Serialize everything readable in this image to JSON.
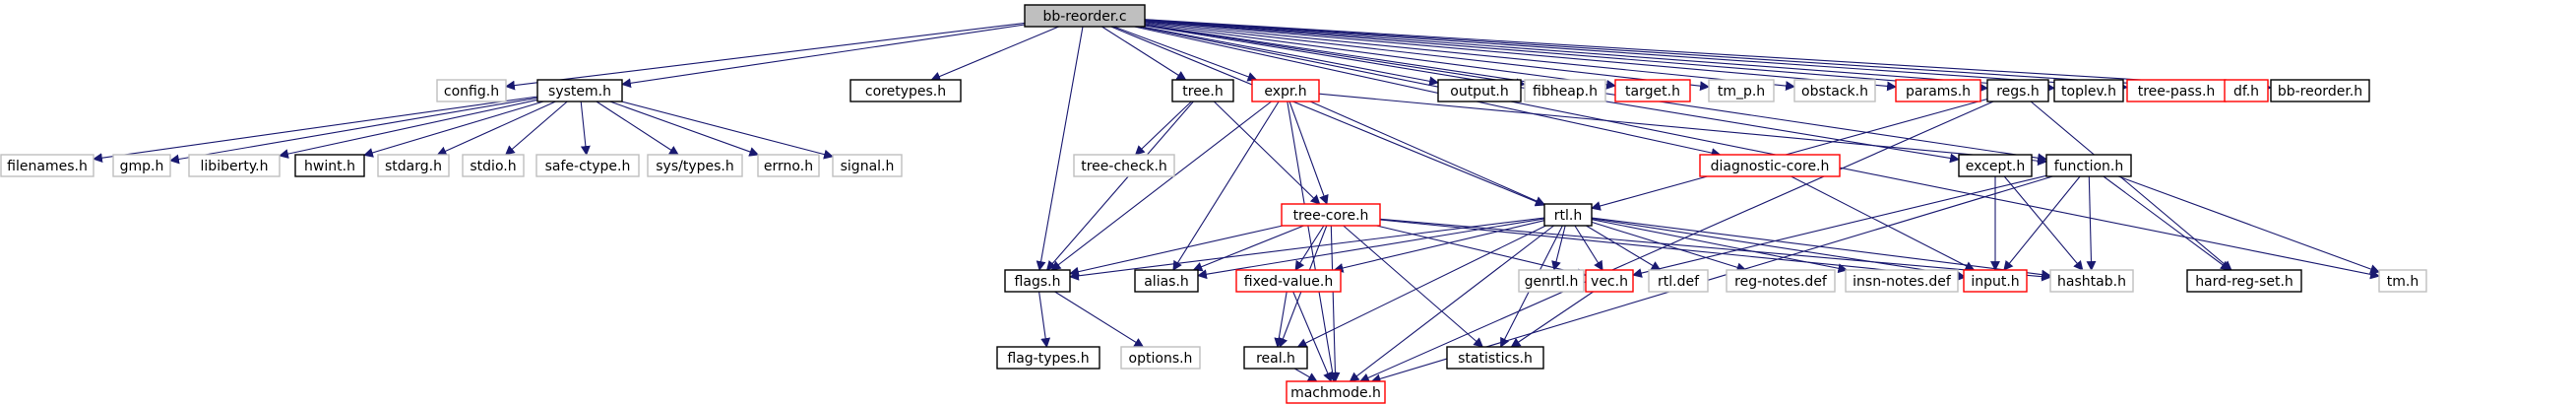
{
  "colors": {
    "edge": "#191970",
    "root_fill": "#bfbfbf",
    "documented_border": "#000000",
    "undocumented_border": "#bfbfbf",
    "truncated_border": "#ff0000",
    "text": "#000000",
    "background": "#ffffff"
  },
  "nodes": [
    {
      "id": "bb-reorder.c",
      "label": "bb-reorder.c",
      "style": "root"
    },
    {
      "id": "config.h",
      "label": "config.h",
      "style": "undocumented"
    },
    {
      "id": "system.h",
      "label": "system.h",
      "style": "documented"
    },
    {
      "id": "coretypes.h",
      "label": "coretypes.h",
      "style": "documented"
    },
    {
      "id": "tree.h",
      "label": "tree.h",
      "style": "documented"
    },
    {
      "id": "expr.h",
      "label": "expr.h",
      "style": "truncated"
    },
    {
      "id": "output.h",
      "label": "output.h",
      "style": "documented"
    },
    {
      "id": "fibheap.h",
      "label": "fibheap.h",
      "style": "undocumented"
    },
    {
      "id": "target.h",
      "label": "target.h",
      "style": "truncated"
    },
    {
      "id": "tm_p.h",
      "label": "tm_p.h",
      "style": "undocumented"
    },
    {
      "id": "obstack.h",
      "label": "obstack.h",
      "style": "undocumented"
    },
    {
      "id": "params.h",
      "label": "params.h",
      "style": "truncated"
    },
    {
      "id": "regs.h",
      "label": "regs.h",
      "style": "documented"
    },
    {
      "id": "toplev.h",
      "label": "toplev.h",
      "style": "documented"
    },
    {
      "id": "tree-pass.h",
      "label": "tree-pass.h",
      "style": "truncated"
    },
    {
      "id": "df.h",
      "label": "df.h",
      "style": "truncated"
    },
    {
      "id": "bb-reorder.h",
      "label": "bb-reorder.h",
      "style": "documented"
    },
    {
      "id": "filenames.h",
      "label": "filenames.h",
      "style": "undocumented"
    },
    {
      "id": "gmp.h",
      "label": "gmp.h",
      "style": "undocumented"
    },
    {
      "id": "libiberty.h",
      "label": "libiberty.h",
      "style": "undocumented"
    },
    {
      "id": "hwint.h",
      "label": "hwint.h",
      "style": "documented"
    },
    {
      "id": "stdarg.h",
      "label": "stdarg.h",
      "style": "undocumented"
    },
    {
      "id": "stdio.h",
      "label": "stdio.h",
      "style": "undocumented"
    },
    {
      "id": "safe-ctype.h",
      "label": "safe-ctype.h",
      "style": "undocumented"
    },
    {
      "id": "sys/types.h",
      "label": "sys/types.h",
      "style": "undocumented"
    },
    {
      "id": "errno.h",
      "label": "errno.h",
      "style": "undocumented"
    },
    {
      "id": "signal.h",
      "label": "signal.h",
      "style": "undocumented"
    },
    {
      "id": "tree-check.h",
      "label": "tree-check.h",
      "style": "undocumented"
    },
    {
      "id": "tree-core.h",
      "label": "tree-core.h",
      "style": "truncated"
    },
    {
      "id": "rtl.h",
      "label": "rtl.h",
      "style": "documented"
    },
    {
      "id": "diagnostic-core.h",
      "label": "diagnostic-core.h",
      "style": "truncated"
    },
    {
      "id": "except.h",
      "label": "except.h",
      "style": "documented"
    },
    {
      "id": "function.h",
      "label": "function.h",
      "style": "documented"
    },
    {
      "id": "flags.h",
      "label": "flags.h",
      "style": "documented"
    },
    {
      "id": "alias.h",
      "label": "alias.h",
      "style": "documented"
    },
    {
      "id": "fixed-value.h",
      "label": "fixed-value.h",
      "style": "truncated"
    },
    {
      "id": "genrtl.h",
      "label": "genrtl.h",
      "style": "undocumented"
    },
    {
      "id": "vec.h",
      "label": "vec.h",
      "style": "truncated"
    },
    {
      "id": "rtl.def",
      "label": "rtl.def",
      "style": "undocumented"
    },
    {
      "id": "reg-notes.def",
      "label": "reg-notes.def",
      "style": "undocumented"
    },
    {
      "id": "insn-notes.def",
      "label": "insn-notes.def",
      "style": "undocumented"
    },
    {
      "id": "input.h",
      "label": "input.h",
      "style": "truncated"
    },
    {
      "id": "hashtab.h",
      "label": "hashtab.h",
      "style": "undocumented"
    },
    {
      "id": "hard-reg-set.h",
      "label": "hard-reg-set.h",
      "style": "documented"
    },
    {
      "id": "tm.h",
      "label": "tm.h",
      "style": "undocumented"
    },
    {
      "id": "flag-types.h",
      "label": "flag-types.h",
      "style": "documented"
    },
    {
      "id": "options.h",
      "label": "options.h",
      "style": "undocumented"
    },
    {
      "id": "real.h",
      "label": "real.h",
      "style": "documented"
    },
    {
      "id": "statistics.h",
      "label": "statistics.h",
      "style": "documented"
    },
    {
      "id": "machmode.h",
      "label": "machmode.h",
      "style": "truncated"
    }
  ],
  "edges": [
    [
      "bb-reorder.c",
      "config.h"
    ],
    [
      "bb-reorder.c",
      "system.h"
    ],
    [
      "bb-reorder.c",
      "coretypes.h"
    ],
    [
      "bb-reorder.c",
      "tree.h"
    ],
    [
      "bb-reorder.c",
      "expr.h"
    ],
    [
      "bb-reorder.c",
      "output.h"
    ],
    [
      "bb-reorder.c",
      "fibheap.h"
    ],
    [
      "bb-reorder.c",
      "target.h"
    ],
    [
      "bb-reorder.c",
      "tm_p.h"
    ],
    [
      "bb-reorder.c",
      "obstack.h"
    ],
    [
      "bb-reorder.c",
      "params.h"
    ],
    [
      "bb-reorder.c",
      "regs.h"
    ],
    [
      "bb-reorder.c",
      "toplev.h"
    ],
    [
      "bb-reorder.c",
      "tree-pass.h"
    ],
    [
      "bb-reorder.c",
      "df.h"
    ],
    [
      "bb-reorder.c",
      "bb-reorder.h"
    ],
    [
      "bb-reorder.c",
      "flags.h"
    ],
    [
      "bb-reorder.c",
      "rtl.h"
    ],
    [
      "bb-reorder.c",
      "diagnostic-core.h"
    ],
    [
      "bb-reorder.c",
      "except.h"
    ],
    [
      "bb-reorder.c",
      "function.h"
    ],
    [
      "bb-reorder.c",
      "tm.h"
    ],
    [
      "system.h",
      "filenames.h"
    ],
    [
      "system.h",
      "gmp.h"
    ],
    [
      "system.h",
      "libiberty.h"
    ],
    [
      "system.h",
      "hwint.h"
    ],
    [
      "system.h",
      "stdarg.h"
    ],
    [
      "system.h",
      "stdio.h"
    ],
    [
      "system.h",
      "safe-ctype.h"
    ],
    [
      "system.h",
      "sys/types.h"
    ],
    [
      "system.h",
      "errno.h"
    ],
    [
      "system.h",
      "signal.h"
    ],
    [
      "tree.h",
      "tree-check.h"
    ],
    [
      "tree.h",
      "tree-core.h"
    ],
    [
      "tree.h",
      "flags.h"
    ],
    [
      "expr.h",
      "tree-core.h"
    ],
    [
      "expr.h",
      "flags.h"
    ],
    [
      "expr.h",
      "alias.h"
    ],
    [
      "expr.h",
      "function.h"
    ],
    [
      "expr.h",
      "machmode.h"
    ],
    [
      "expr.h",
      "rtl.h"
    ],
    [
      "tree-core.h",
      "flags.h"
    ],
    [
      "tree-core.h",
      "alias.h"
    ],
    [
      "tree-core.h",
      "fixed-value.h"
    ],
    [
      "tree-core.h",
      "real.h"
    ],
    [
      "tree-core.h",
      "vec.h"
    ],
    [
      "tree-core.h",
      "statistics.h"
    ],
    [
      "tree-core.h",
      "input.h"
    ],
    [
      "tree-core.h",
      "hashtab.h"
    ],
    [
      "tree-core.h",
      "machmode.h"
    ],
    [
      "rtl.h",
      "flags.h"
    ],
    [
      "rtl.h",
      "alias.h"
    ],
    [
      "rtl.h",
      "fixed-value.h"
    ],
    [
      "rtl.h",
      "genrtl.h"
    ],
    [
      "rtl.h",
      "vec.h"
    ],
    [
      "rtl.h",
      "rtl.def"
    ],
    [
      "rtl.h",
      "reg-notes.def"
    ],
    [
      "rtl.h",
      "insn-notes.def"
    ],
    [
      "rtl.h",
      "input.h"
    ],
    [
      "rtl.h",
      "hashtab.h"
    ],
    [
      "rtl.h",
      "real.h"
    ],
    [
      "rtl.h",
      "statistics.h"
    ],
    [
      "rtl.h",
      "machmode.h"
    ],
    [
      "regs.h",
      "rtl.h"
    ],
    [
      "regs.h",
      "hard-reg-set.h"
    ],
    [
      "regs.h",
      "machmode.h"
    ],
    [
      "except.h",
      "input.h"
    ],
    [
      "except.h",
      "hashtab.h"
    ],
    [
      "diagnostic-core.h",
      "input.h"
    ],
    [
      "function.h",
      "vec.h"
    ],
    [
      "function.h",
      "input.h"
    ],
    [
      "function.h",
      "hashtab.h"
    ],
    [
      "function.h",
      "hard-reg-set.h"
    ],
    [
      "function.h",
      "machmode.h"
    ],
    [
      "function.h",
      "tm.h"
    ],
    [
      "flags.h",
      "flag-types.h"
    ],
    [
      "flags.h",
      "options.h"
    ],
    [
      "fixed-value.h",
      "real.h"
    ],
    [
      "fixed-value.h",
      "machmode.h"
    ],
    [
      "vec.h",
      "statistics.h"
    ],
    [
      "real.h",
      "machmode.h"
    ]
  ]
}
